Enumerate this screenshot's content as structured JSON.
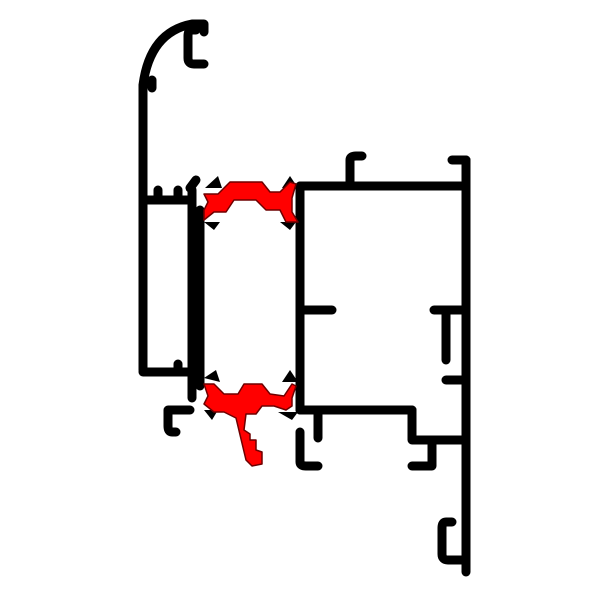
{
  "diagram": {
    "description_visible_text": "",
    "colors": {
      "background": "#ffffff",
      "aluminium_profile": "#000000",
      "thermal_break": "#ff0000",
      "thermal_break_outline": "#6e0000"
    },
    "parts": [
      {
        "id": "outer-sash-profile",
        "material": "aluminium"
      },
      {
        "id": "left-glazing-bead-frame",
        "material": "aluminium"
      },
      {
        "id": "main-frame-chamber",
        "material": "aluminium"
      },
      {
        "id": "top-thermal-break-strip",
        "material": "polyamide"
      },
      {
        "id": "bottom-thermal-break-strip",
        "material": "polyamide"
      }
    ]
  }
}
